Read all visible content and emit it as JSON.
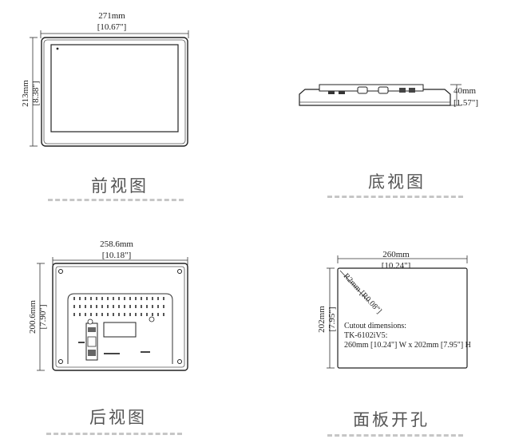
{
  "front": {
    "width_mm": "271mm",
    "width_in": "[10.67\"]",
    "height_mm": "213mm",
    "height_in": "[8.38\"]",
    "caption": "前视图"
  },
  "bottom": {
    "depth_mm": "40mm",
    "depth_in": "[1.57\"]",
    "caption": "底视图"
  },
  "rear": {
    "width_mm": "258.6mm",
    "width_in": "[10.18\"]",
    "height_mm": "200.6mm",
    "height_in": "[7.90\"]",
    "caption": "后视图"
  },
  "cutout": {
    "width_mm": "260mm",
    "width_in": "[10.24\"]",
    "height_mm": "202mm",
    "height_in": "[7.95\"]",
    "radius": "R2mm [R0.08\"]",
    "note_title": "Cutout dimensions:",
    "note_model": "TK-6102iV5:",
    "note_size": "260mm [10.24\"] W x 202mm [7.95\"] H",
    "caption": "面板开孔"
  }
}
